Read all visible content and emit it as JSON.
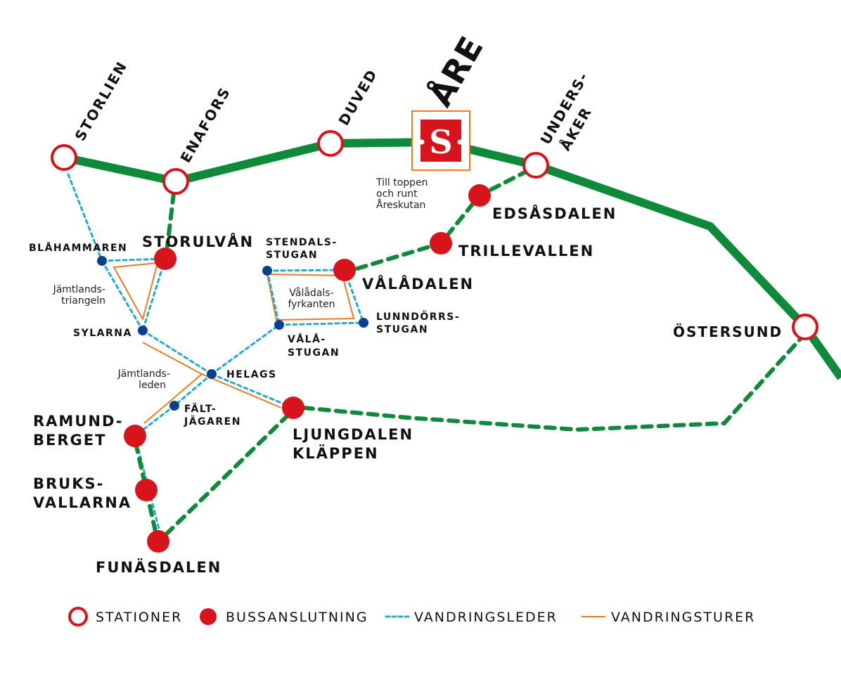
{
  "title": "ÅRE",
  "colors": {
    "rail": "#0e8a3a",
    "red": "#d7141c",
    "trail": "#22a9d6",
    "tour": "#f07a22",
    "hut": "#0b3f91"
  },
  "logo_icon": "skistar-s-logo-icon",
  "logo_letter": "S",
  "stations": {
    "storlien": "STORLIEN",
    "enafors": "ENAFORS",
    "duved": "DUVED",
    "undersaker_1": "UNDERS-",
    "undersaker_2": "ÅKER",
    "ostersund": "ÖSTERSUND"
  },
  "bus": {
    "storulvan": "STORULVÅN",
    "valadalen": "VÅLÅDALEN",
    "trillevallen": "TRILLEVALLEN",
    "edsasdalen": "EDSÅSDALEN",
    "ramundberget_1": "RAMUND-",
    "ramundberget_2": "BERGET",
    "bruksvallarna_1": "BRUKS-",
    "bruksvallarna_2": "VALLARNA",
    "funasdalen": "FUNÄSDALEN",
    "ljungdalen_1": "LJUNGDALEN",
    "ljungdalen_2": "KLÄPPEN"
  },
  "huts": {
    "blahammaren": "BLÅHAMMAREN",
    "sylarna": "SYLARNA",
    "helags": "HELAGS",
    "faltjagaren_1": "FÄLT-",
    "faltjagaren_2": "JÄGAREN",
    "stendalsstugan_1": "STENDALS-",
    "stendalsstugan_2": "STUGAN",
    "valastugan_1": "VÅLÅ-",
    "valastugan_2": "STUGAN",
    "lunndorrsstugan_1": "LUNNDÖRRS-",
    "lunndorrsstugan_2": "STUGAN"
  },
  "notes": {
    "are_1": "Till toppen",
    "are_2": "och runt",
    "are_3": "Åreskutan",
    "triangeln_1": "Jämtlands-",
    "triangeln_2": "triangeln",
    "leden_1": "Jämtlands-",
    "leden_2": "leden",
    "fyrkanten_1": "Vålådals-",
    "fyrkanten_2": "fyrkanten"
  },
  "legend": {
    "stations": "STATIONER",
    "bus": "BUSSANSLUTNING",
    "trails": "VANDRINGSLEDER",
    "tours": "VANDRINGSTURER"
  }
}
